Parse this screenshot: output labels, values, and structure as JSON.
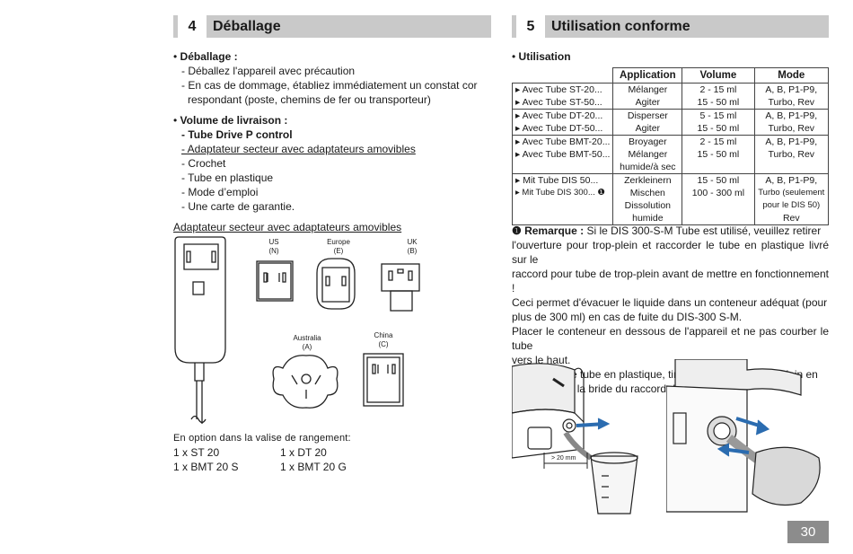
{
  "left": {
    "section_number": "4",
    "section_title": "Déballage",
    "unpacking_heading": "Déballage :",
    "unpacking_items": [
      "- Déballez l'appareil avec précaution",
      "- En cas de dommage, établiez immédiatement un constat cor",
      "respondant (poste, chemins de fer ou transporteur)"
    ],
    "delivery_heading": "Volume de livraison :",
    "delivery_items": [
      "- Tube Drive P control",
      "- Adaptateur secteur avec adaptateurs amovibles",
      "- Crochet",
      "- Tube en plastique",
      "- Mode d’emploi",
      "- Une carte de garantie."
    ],
    "figure_caption": "Adaptateur secteur avec adaptateurs amovibles",
    "plug_labels": {
      "us": "US",
      "us_code": "(N)",
      "europe": "Europe",
      "europe_code": "(E)",
      "uk": "UK",
      "uk_code": "(B)",
      "australia": "Australia",
      "australia_code": "(A)",
      "china": "China",
      "china_code": "(C)"
    },
    "option_heading": "En option dans la valise de rangement:",
    "option_items": [
      "1 x ST 20",
      "1 x DT 20",
      "1 x BMT 20 S",
      "1 x BMT 20 G"
    ]
  },
  "right": {
    "section_number": "5",
    "section_title": "Utilisation conforme",
    "usage_heading": "Utilisation",
    "table": {
      "headers": [
        "Application",
        "Volume",
        "Mode"
      ],
      "groups": [
        {
          "tubes": [
            "Avec Tube ST-20...",
            "Avec Tube ST-50..."
          ],
          "application": [
            "Mélanger",
            "Agiter"
          ],
          "volume": [
            "2 - 15 ml",
            "15 - 50 ml"
          ],
          "mode": [
            "A, B, P1-P9,",
            "Turbo, Rev"
          ]
        },
        {
          "tubes": [
            "Avec Tube DT-20...",
            "Avec Tube DT-50..."
          ],
          "application": [
            "Disperser",
            "Agiter"
          ],
          "volume": [
            "5 - 15 ml",
            "15 - 50 ml"
          ],
          "mode": [
            "A, B, P1-P9,",
            "Turbo, Rev"
          ]
        },
        {
          "tubes": [
            "Avec Tube BMT-20...",
            "Avec Tube BMT-50..."
          ],
          "application": [
            "Broyager",
            "Mélanger",
            "humide/à sec"
          ],
          "volume": [
            "2 - 15 ml",
            "15 - 50 ml"
          ],
          "mode": [
            "A, B, P1-P9,",
            "Turbo, Rev"
          ]
        },
        {
          "tubes": [
            "Mit Tube DIS 50...",
            "Mit Tube DIS 300... ❶"
          ],
          "application": [
            "Zerkleinern",
            "Mischen",
            "Dissolution",
            "humide"
          ],
          "volume": [
            "15 - 50 ml",
            "100 - 300 ml"
          ],
          "mode": [
            "A, B, P1-P9,",
            "Turbo (seulement",
            "pour le DIS 50)",
            "Rev"
          ]
        }
      ]
    },
    "remark_label": "❶ Remarque :",
    "remark_lines": [
      "Si le DIS 300-S-M Tube est utilisé, veuillez retirer",
      "l'ouverture pour trop-plein et raccorder le tube en plastique livré sur le",
      "raccord pour tube de trop-plein avant de mettre en fonctionnement !",
      "Ceci permet d'évacuer le liquide dans un conteneur adéquat (pour",
      "plus de 300 ml) en cas de fuite du DIS-300 S-M.",
      "Placer le conteneur en dessous de l'appareil et ne pas courber le tube",
      "vers le haut.",
      "Pour retirer le tube en plastique, tirer sur le tube de trop-plein en",
      "appuyant sur la bride du raccord du tube."
    ],
    "figure_dimension": "> 20 mm"
  },
  "page_number": "30"
}
